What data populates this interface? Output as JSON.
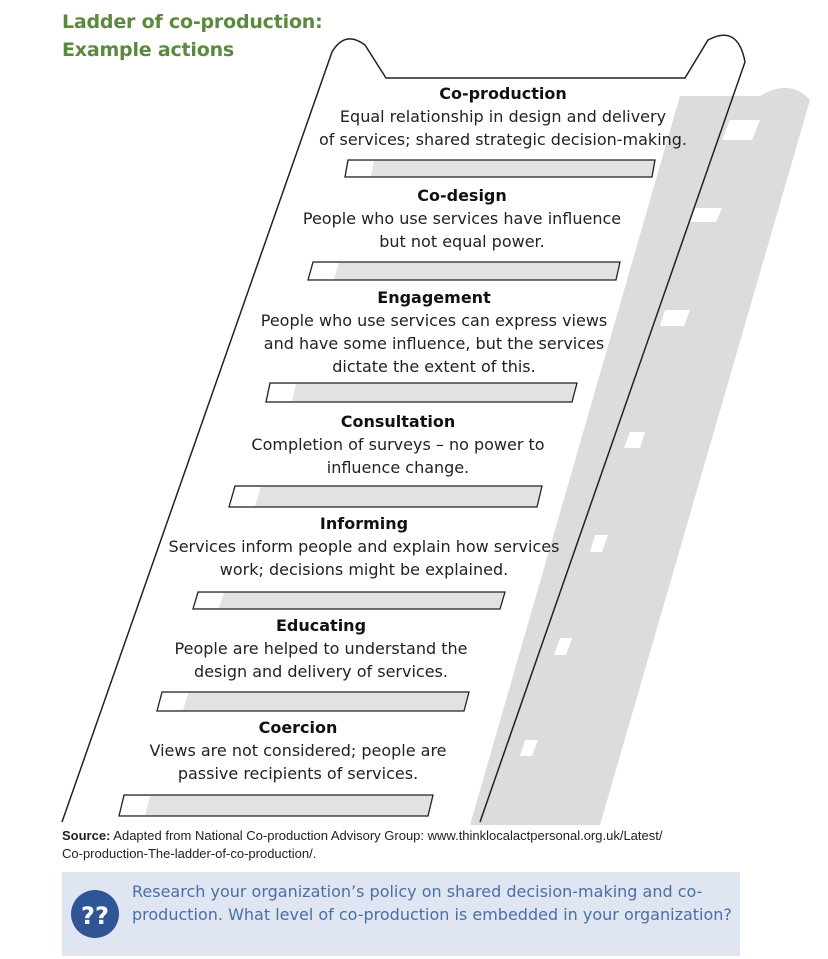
{
  "title": {
    "line1": "Ladder of co-production:",
    "line2": "Example actions"
  },
  "rungs": [
    {
      "heading": "Co-production",
      "description": "Equal relationship in design and delivery\nof services; shared strategic decision-making."
    },
    {
      "heading": "Co-design",
      "description": "People who use services have influence\nbut not equal power."
    },
    {
      "heading": "Engagement",
      "description": "People who use services can express views\nand have some influence, but the services\ndictate the extent of this."
    },
    {
      "heading": "Consultation",
      "description": "Completion of surveys – no power to\ninfluence change."
    },
    {
      "heading": "Informing",
      "description": "Services inform people and explain how services\nwork; decisions might be explained."
    },
    {
      "heading": "Educating",
      "description": "People are helped to understand the\ndesign and delivery of services."
    },
    {
      "heading": "Coercion",
      "description": "Views are not considered; people are\npassive recipients of services."
    }
  ],
  "source": {
    "label": "Source:",
    "text": " Adapted from National Co-production Advisory Group: www.thinklocalactpersonal.org.uk/Latest/\nCo-production-The-ladder-of-co-production/."
  },
  "callout": {
    "icon": "question-marks-icon",
    "text": "Research your organization’s policy on shared decision-making and co-production. What level of co-production is embedded in your organization?"
  },
  "colors": {
    "title": "#5b8a3c",
    "callout_bg": "#dfe6f1",
    "callout_text": "#4a6fa5",
    "icon_bg": "#2f5597",
    "shadow": "#dcdcdc",
    "rung_fill": "#e2e2e2"
  }
}
